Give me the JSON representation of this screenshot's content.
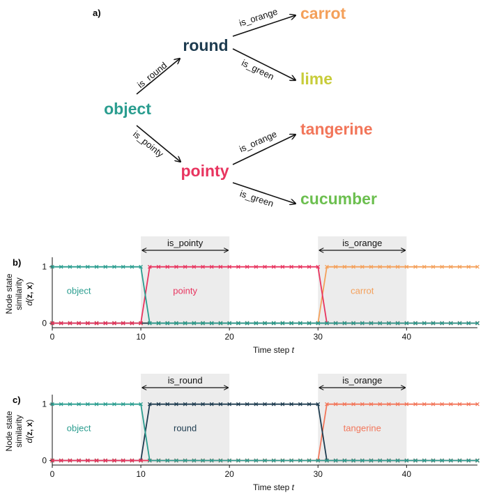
{
  "diagram": {
    "panel_label": "a)",
    "nodes": [
      {
        "id": "object",
        "label": "object",
        "color": "#2a9d8f"
      },
      {
        "id": "round",
        "label": "round",
        "color": "#1d3b4f"
      },
      {
        "id": "pointy",
        "label": "pointy",
        "color": "#e8345f"
      },
      {
        "id": "carrot",
        "label": "carrot",
        "color": "#f4a05a"
      },
      {
        "id": "lime",
        "label": "lime",
        "color": "#c8cc3a"
      },
      {
        "id": "tangerine",
        "label": "tangerine",
        "color": "#f2765a"
      },
      {
        "id": "cucumber",
        "label": "cucumber",
        "color": "#6cbf4f"
      }
    ],
    "edges": [
      {
        "from": "object",
        "to": "round",
        "label": "is_round"
      },
      {
        "from": "object",
        "to": "pointy",
        "label": "is_pointy"
      },
      {
        "from": "round",
        "to": "carrot",
        "label": "is_orange"
      },
      {
        "from": "round",
        "to": "lime",
        "label": "is_green"
      },
      {
        "from": "pointy",
        "to": "tangerine",
        "label": "is_orange"
      },
      {
        "from": "pointy",
        "to": "cucumber",
        "label": "is_green"
      }
    ]
  },
  "colors": {
    "object": "#2a9d8f",
    "round": "#1d3b4f",
    "pointy": "#e8345f",
    "carrot": "#f4a05a",
    "lime": "#c8cc3a",
    "tangerine": "#f2765a",
    "cucumber": "#6cbf4f",
    "shade": "#ececec"
  },
  "chart_data": [
    {
      "type": "line",
      "panel_label": "b)",
      "xlabel_prefix": "Time step ",
      "xlabel_var": "t",
      "ylabel_line1": "Node state",
      "ylabel_line2": "similarity",
      "ylabel_line3_prefix": "d(",
      "ylabel_line3_bold": "z, x",
      "ylabel_line3_suffix": ")",
      "xlim": [
        0,
        48
      ],
      "ylim": [
        -0.08,
        1.12
      ],
      "xticks": [
        0,
        10,
        20,
        30,
        40
      ],
      "yticks": [
        0,
        1
      ],
      "intervals": [
        {
          "start": 10,
          "end": 20,
          "label": "is_pointy"
        },
        {
          "start": 30,
          "end": 40,
          "label": "is_orange"
        }
      ],
      "region_labels": [
        {
          "text": "object",
          "series": "object",
          "x": 3,
          "y": 0.58
        },
        {
          "text": "pointy",
          "series": "pointy",
          "x": 15,
          "y": 0.58
        },
        {
          "text": "carrot",
          "series": "carrot",
          "x": 35,
          "y": 0.58
        }
      ],
      "series": [
        {
          "id": "object",
          "segments": [
            [
              0,
              10,
              1
            ],
            [
              11,
              48,
              0
            ]
          ]
        },
        {
          "id": "pointy",
          "segments": [
            [
              0,
              10,
              0
            ],
            [
              11,
              30,
              1
            ],
            [
              31,
              48,
              0
            ]
          ]
        },
        {
          "id": "round",
          "segments": [
            [
              0,
              48,
              0
            ]
          ]
        },
        {
          "id": "carrot",
          "segments": [
            [
              0,
              30,
              0
            ],
            [
              31,
              48,
              1
            ]
          ]
        },
        {
          "id": "lime",
          "segments": [
            [
              0,
              48,
              0
            ]
          ]
        },
        {
          "id": "tangerine",
          "segments": [
            [
              0,
              48,
              0
            ]
          ]
        },
        {
          "id": "cucumber",
          "segments": [
            [
              0,
              48,
              0
            ]
          ]
        }
      ]
    },
    {
      "type": "line",
      "panel_label": "c)",
      "xlabel_prefix": "Time step ",
      "xlabel_var": "t",
      "ylabel_line1": "Node state",
      "ylabel_line2": "similarity",
      "ylabel_line3_prefix": "d(",
      "ylabel_line3_bold": "z, x",
      "ylabel_line3_suffix": ")",
      "xlim": [
        0,
        48
      ],
      "ylim": [
        -0.08,
        1.12
      ],
      "xticks": [
        0,
        10,
        20,
        30,
        40
      ],
      "yticks": [
        0,
        1
      ],
      "intervals": [
        {
          "start": 10,
          "end": 20,
          "label": "is_round"
        },
        {
          "start": 30,
          "end": 40,
          "label": "is_orange"
        }
      ],
      "region_labels": [
        {
          "text": "object",
          "series": "object",
          "x": 3,
          "y": 0.58
        },
        {
          "text": "round",
          "series": "round",
          "x": 15,
          "y": 0.58
        },
        {
          "text": "tangerine",
          "series": "tangerine",
          "x": 35,
          "y": 0.58
        }
      ],
      "series": [
        {
          "id": "object",
          "segments": [
            [
              0,
              10,
              1
            ],
            [
              11,
              48,
              0
            ]
          ]
        },
        {
          "id": "round",
          "segments": [
            [
              0,
              10,
              0
            ],
            [
              11,
              30,
              1
            ],
            [
              31,
              48,
              0
            ]
          ]
        },
        {
          "id": "pointy",
          "segments": [
            [
              0,
              48,
              0
            ]
          ]
        },
        {
          "id": "tangerine",
          "segments": [
            [
              0,
              30,
              0
            ],
            [
              31,
              48,
              1
            ]
          ]
        },
        {
          "id": "carrot",
          "segments": [
            [
              0,
              48,
              0
            ]
          ]
        },
        {
          "id": "lime",
          "segments": [
            [
              0,
              48,
              0
            ]
          ]
        },
        {
          "id": "cucumber",
          "segments": [
            [
              0,
              48,
              0
            ]
          ]
        }
      ]
    }
  ]
}
